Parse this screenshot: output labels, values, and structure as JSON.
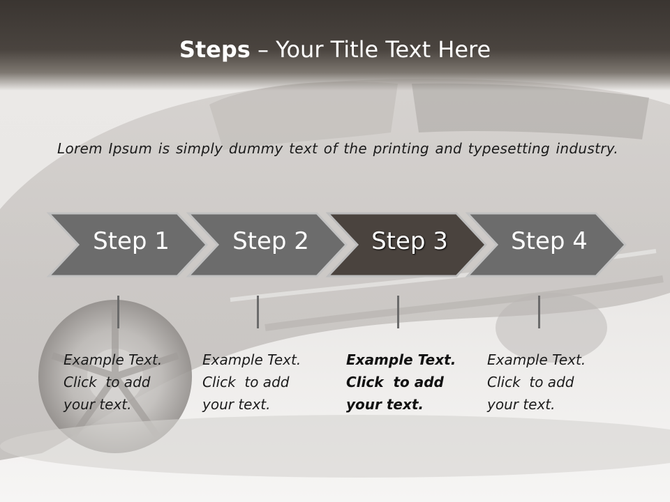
{
  "title": {
    "bold": "Steps",
    "rest": " – Your Title Text Here"
  },
  "intro": "Lorem Ipsum is simply dummy text of the printing and typesetting industry.",
  "colors": {
    "header": "#3f3934",
    "step": "#6e6e6e",
    "step_active": "#4a433e",
    "step_border": "#bdbdbd"
  },
  "steps": [
    {
      "label": "Step 1",
      "desc": [
        "Example Text.",
        "Click  to add",
        "your text."
      ]
    },
    {
      "label": "Step 2",
      "desc": [
        "Example Text.",
        "Click  to add",
        "your text."
      ]
    },
    {
      "label": "Step 3",
      "desc": [
        "Example Text.",
        "Click  to add",
        "your text."
      ]
    },
    {
      "label": "Step 4",
      "desc": [
        "Example Text.",
        "Click  to add",
        "your text."
      ]
    }
  ],
  "active_step": 3
}
